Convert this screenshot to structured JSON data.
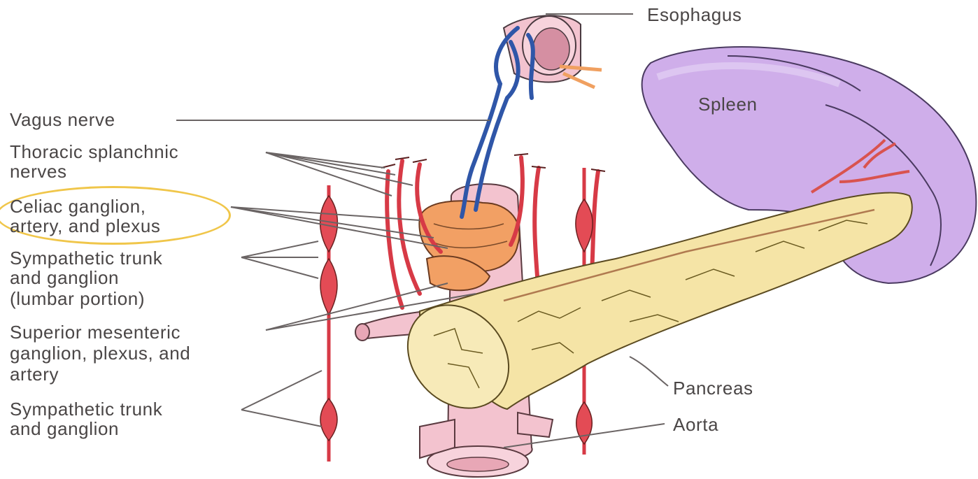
{
  "labels": {
    "esophagus": "Esophagus",
    "spleen": "Spleen",
    "vagus": "Vagus nerve",
    "thoracic_1": "Thoracic splanchnic",
    "thoracic_2": "nerves",
    "celiac_1": "Celiac ganglion,",
    "celiac_2": "artery, and plexus",
    "symp_lumbar_1": "Sympathetic trunk",
    "symp_lumbar_2": "and ganglion",
    "symp_lumbar_3": "(lumbar portion)",
    "superior_1": "Superior mesenteric",
    "superior_2": "ganglion, plexus, and",
    "superior_3": "artery",
    "symp_1": "Sympathetic trunk",
    "symp_2": "and ganglion",
    "pancreas": "Pancreas",
    "aorta": "Aorta"
  },
  "colors": {
    "spleen": "#c9a4e6",
    "pancreas": "#f4e3a4",
    "aorta": "#f2bfcb",
    "ganglion": "#ef9a5a",
    "trunk": "#dd3a48",
    "vagus": "#2f56a8",
    "highlight": "#f0c64a"
  }
}
